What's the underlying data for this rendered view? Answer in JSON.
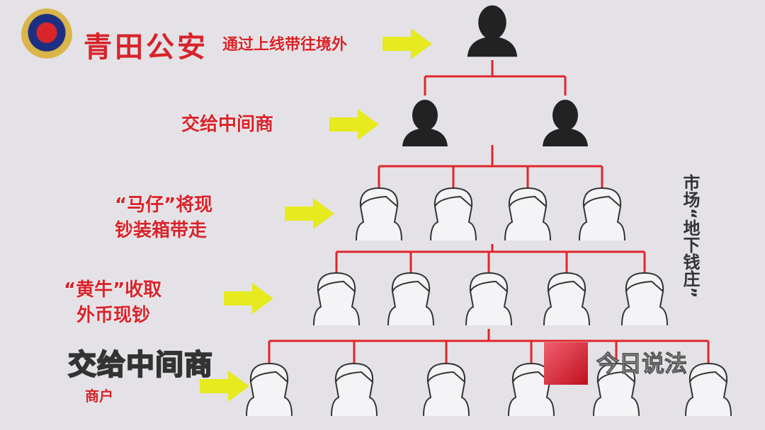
{
  "logo": {
    "emblem": "police-badge-icon",
    "title": "青田公安"
  },
  "labels": [
    {
      "text": "通过上线带往境外"
    },
    {
      "text": "交给中间商"
    },
    {
      "line1": "“马仔”将现",
      "line2": "钞装箱带走"
    },
    {
      "line1": "“黄牛”收取",
      "line2": "外币现钞"
    },
    {
      "text": "商户"
    }
  ],
  "subtitle": "交给中间商",
  "side_note": "市场“地下钱庄”",
  "channel_logo": "今日说法",
  "colors": {
    "line": "#e0262b",
    "arrow": "#e6ea1e",
    "label": "#d8232a",
    "silhouette": "#222222"
  },
  "tree_levels": [
    1,
    2,
    4,
    5,
    6
  ]
}
